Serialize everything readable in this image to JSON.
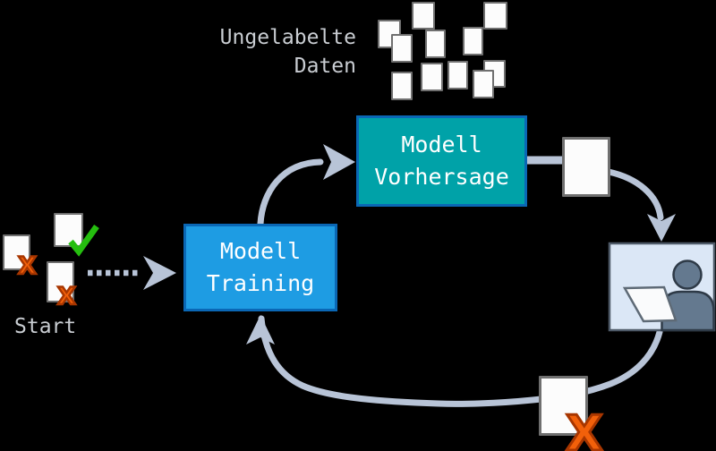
{
  "diagram": {
    "background": "#000000",
    "arrow_color": "#B8C4D7",
    "text_color": "#C9CDD2",
    "title_lines": [
      "Ungelabelte",
      "Daten"
    ],
    "start_label": "Start",
    "training_box": {
      "line1": "Modell",
      "line2": "Training",
      "fill": "#1E9CE3",
      "border": "#0A67B5",
      "text_color": "#FFFFFF"
    },
    "prediction_box": {
      "line1": "Modell",
      "line2": "Vorhersage",
      "fill": "#00A2A8",
      "border": "#0A67B5",
      "text_color": "#FFFFFF"
    },
    "marks": {
      "cross": "X",
      "cross_color": "#F2600A",
      "cross_outline": "#A83600",
      "check_color": "#25BE0F"
    },
    "annotator_panel": {
      "fill": "#DBE7F6",
      "border": "#4E5A68",
      "figure_fill": "#64798F",
      "laptop_fill": "#FAFBFC"
    },
    "icons": {
      "document": "document-icon",
      "check": "check-icon",
      "cross": "x-mark-icon",
      "person": "annotator-person-icon",
      "laptop": "laptop-icon",
      "arrow": "flow-arrow-icon"
    }
  }
}
